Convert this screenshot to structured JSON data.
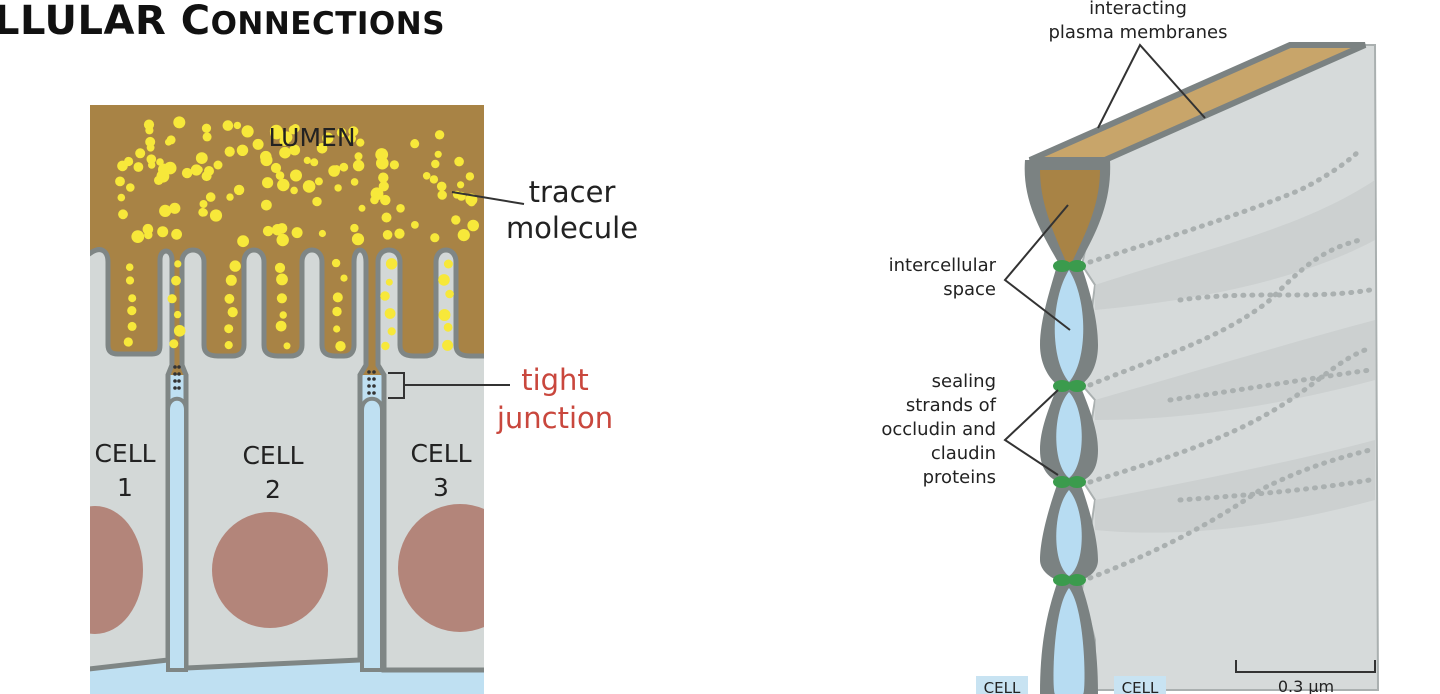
{
  "slide": {
    "title_part1": "LLULAR ",
    "title_c": "C",
    "title_part2": "ONNECTIONS"
  },
  "left_diagram": {
    "lumen_label": "LUMEN",
    "tracer_label_line1": "tracer",
    "tracer_label_line2": "molecule",
    "tight_label_line1": "tight",
    "tight_label_line2": "junction",
    "cell1_label": "CELL",
    "cell1_num": "1",
    "cell2_label": "CELL",
    "cell2_num": "2",
    "cell3_label": "CELL",
    "cell3_num": "3",
    "colors": {
      "lumen": "#a88345",
      "tracer": "#f7e83a",
      "cell": "#d3d8d7",
      "membrane": "#7f8685",
      "intercellular": "#bfe0f2",
      "nucleus": "#b3857a",
      "tight_label": "#c9473d"
    }
  },
  "right_diagram": {
    "membranes_label_line1": "interacting",
    "membranes_label_line2": "plasma membranes",
    "space_label_line1": "intercellular",
    "space_label_line2": "space",
    "strands_label_line1": "sealing",
    "strands_label_line2": "strands of",
    "strands_label_line3": "occludin and",
    "strands_label_line4": "claudin",
    "strands_label_line5": "proteins",
    "scale_label": "0.3 µm",
    "cell_tag_left": "CELL",
    "cell_tag_right": "CELL",
    "colors": {
      "membrane_face": "#d6dada",
      "membrane_edge": "#7b8282",
      "top_space": "#c8a56a",
      "space_fluid": "#b7dcf2",
      "protein": "#3b9b4d"
    }
  }
}
